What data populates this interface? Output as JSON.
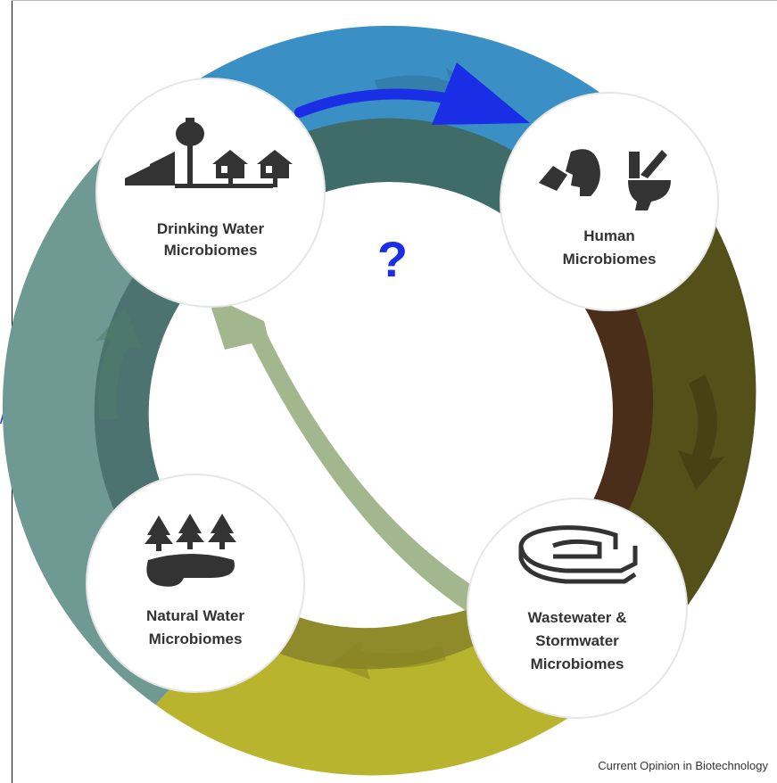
{
  "nodes": {
    "drinking": {
      "line1": "Drinking Water",
      "line2": "Microbiomes"
    },
    "human": {
      "line1": "Human",
      "line2": "Microbiomes"
    },
    "wastewater": {
      "line1": "Wastewater &",
      "line2": "Stormwater",
      "line3": "Microbiomes"
    },
    "natural": {
      "line1": "Natural Water",
      "line2": "Microbiomes"
    }
  },
  "annotation": {
    "question": "?",
    "stray": "/"
  },
  "credit": "Current Opinion in Biotechnology",
  "colors": {
    "segment_drinking_to_human": "#3a90c4",
    "segment_human_to_wastewater": "#54501a",
    "segment_wastewater_to_natural": "#b8b42e",
    "segment_natural_to_drinking": "#6f9a93",
    "inner_ring": "#3f6b68",
    "annotation_blue": "#1a2ee6",
    "icon": "#333333"
  },
  "icons": [
    "water-tower-houses-icon",
    "person-drinking-toilet-icon",
    "treatment-tank-icon",
    "trees-lake-icon"
  ]
}
